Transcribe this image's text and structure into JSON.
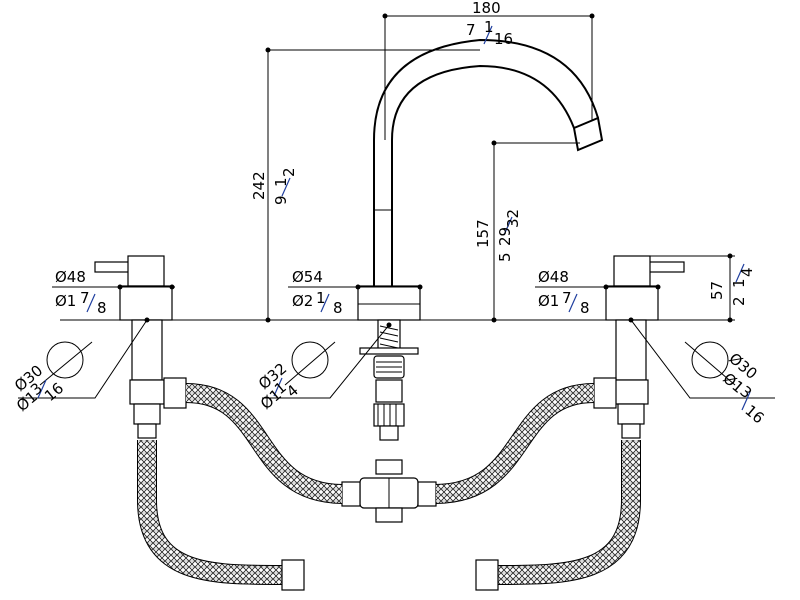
{
  "dimensions": {
    "spout_reach": {
      "mm": "180",
      "inch_whole": "7",
      "inch_num": "1",
      "inch_den": "16"
    },
    "total_height": {
      "mm": "242",
      "inch_whole": "9",
      "inch_num": "1",
      "inch_den": "2"
    },
    "spout_height": {
      "mm": "157",
      "inch_whole": "5",
      "inch_num": "29",
      "inch_den": "32"
    },
    "handle_height": {
      "mm": "57",
      "inch_whole": "2",
      "inch_num": "1",
      "inch_den": "4"
    },
    "left_handle_dia": {
      "mm": "Ø48",
      "inch_whole": "Ø1",
      "inch_num": "7",
      "inch_den": "8"
    },
    "spout_base_dia": {
      "mm": "Ø54",
      "inch_whole": "Ø2",
      "inch_num": "1",
      "inch_den": "8"
    },
    "right_handle_dia": {
      "mm": "Ø48",
      "inch_whole": "Ø1",
      "inch_num": "7",
      "inch_den": "8"
    },
    "left_hole_dia": {
      "mm": "Ø30",
      "inch_whole": "Ø1",
      "inch_num": "3",
      "inch_den": "16"
    },
    "center_hole_dia": {
      "mm": "Ø32",
      "inch_whole": "Ø1",
      "inch_num": "1",
      "inch_den": "4"
    },
    "right_hole_dia": {
      "mm": "Ø30",
      "inch_whole": "Ø1",
      "inch_num": "3",
      "inch_den": "16"
    }
  }
}
